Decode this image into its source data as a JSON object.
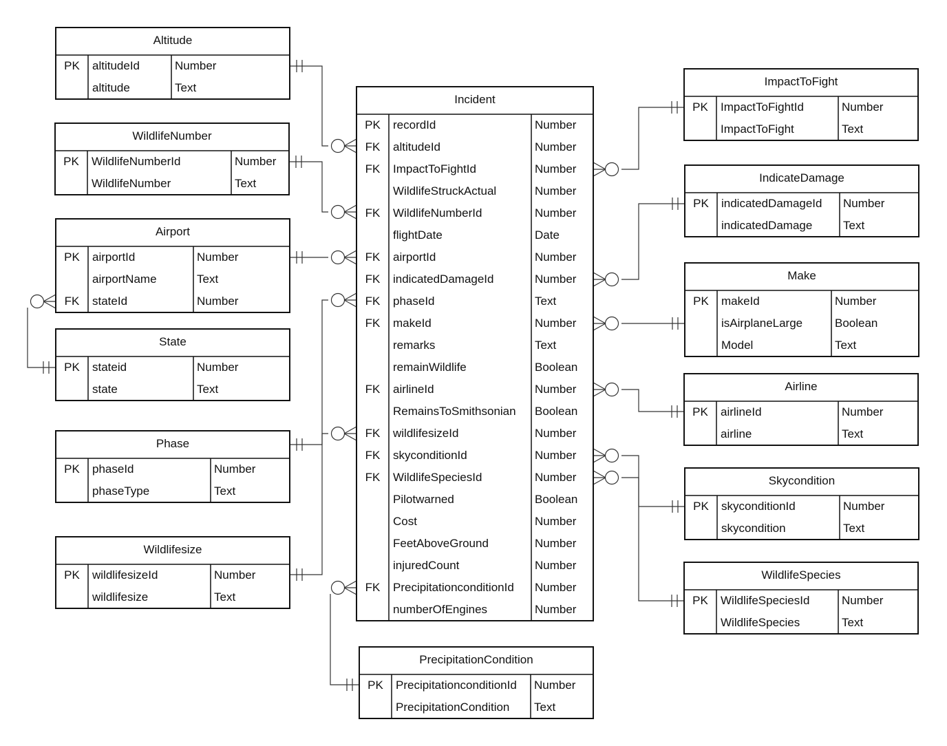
{
  "entities": {
    "altitude": {
      "name": "Altitude",
      "rows": [
        {
          "key": "PK",
          "field": "altitudeId",
          "type": "Number"
        },
        {
          "key": "",
          "field": "altitude",
          "type": "Text"
        }
      ]
    },
    "wildlifenumber": {
      "name": "WildlifeNumber",
      "rows": [
        {
          "key": "PK",
          "field": "WildlifeNumberId",
          "type": "Number"
        },
        {
          "key": "",
          "field": "WildlifeNumber",
          "type": "Text"
        }
      ]
    },
    "airport": {
      "name": "Airport",
      "rows": [
        {
          "key": "PK",
          "field": "airportId",
          "type": "Number"
        },
        {
          "key": "",
          "field": "airportName",
          "type": "Text"
        },
        {
          "key": "FK",
          "field": "stateId",
          "type": "Number"
        }
      ]
    },
    "state": {
      "name": "State",
      "rows": [
        {
          "key": "PK",
          "field": "stateid",
          "type": "Number"
        },
        {
          "key": "",
          "field": "state",
          "type": "Text"
        }
      ]
    },
    "phase": {
      "name": "Phase",
      "rows": [
        {
          "key": "PK",
          "field": "phaseId",
          "type": "Number"
        },
        {
          "key": "",
          "field": "phaseType",
          "type": "Text"
        }
      ]
    },
    "wildlifesize": {
      "name": "Wildlifesize",
      "rows": [
        {
          "key": "PK",
          "field": "wildlifesizeId",
          "type": "Number"
        },
        {
          "key": "",
          "field": "wildlifesize",
          "type": "Text"
        }
      ]
    },
    "incident": {
      "name": "Incident",
      "rows": [
        {
          "key": "PK",
          "field": "recordId",
          "type": "Number"
        },
        {
          "key": "FK",
          "field": "altitudeId",
          "type": "Number"
        },
        {
          "key": "FK",
          "field": "ImpactToFightId",
          "type": "Number"
        },
        {
          "key": "",
          "field": "WildlifeStruckActual",
          "type": "Number"
        },
        {
          "key": "FK",
          "field": "WildlifeNumberId",
          "type": "Number"
        },
        {
          "key": "",
          "field": "flightDate",
          "type": "Date"
        },
        {
          "key": "FK",
          "field": "airportId",
          "type": "Number"
        },
        {
          "key": "FK",
          "field": "indicatedDamageId",
          "type": "Number"
        },
        {
          "key": "FK",
          "field": "phaseId",
          "type": "Text"
        },
        {
          "key": "FK",
          "field": "makeId",
          "type": "Number"
        },
        {
          "key": "",
          "field": "remarks",
          "type": "Text"
        },
        {
          "key": "",
          "field": "remainWildlife",
          "type": "Boolean"
        },
        {
          "key": "FK",
          "field": "airlineId",
          "type": "Number"
        },
        {
          "key": "",
          "field": "RemainsToSmithsonian",
          "type": "Boolean"
        },
        {
          "key": "FK",
          "field": "wildlifesizeId",
          "type": "Number"
        },
        {
          "key": "FK",
          "field": "skyconditionId",
          "type": "Number"
        },
        {
          "key": "FK",
          "field": "WildlifeSpeciesId",
          "type": "Number"
        },
        {
          "key": "",
          "field": "Pilotwarned",
          "type": "Boolean"
        },
        {
          "key": "",
          "field": "Cost",
          "type": "Number"
        },
        {
          "key": "",
          "field": "FeetAboveGround",
          "type": "Number"
        },
        {
          "key": "",
          "field": "injuredCount",
          "type": "Number"
        },
        {
          "key": "FK",
          "field": "PrecipitationconditionId",
          "type": "Number"
        },
        {
          "key": "",
          "field": "numberOfEngines",
          "type": "Number"
        }
      ]
    },
    "precipitation": {
      "name": "PrecipitationCondition",
      "rows": [
        {
          "key": "PK",
          "field": "PrecipitationconditionId",
          "type": "Number"
        },
        {
          "key": "",
          "field": "PrecipitationCondition",
          "type": "Text"
        }
      ]
    },
    "impacttofight": {
      "name": "ImpactToFight",
      "rows": [
        {
          "key": "PK",
          "field": "ImpactToFightId",
          "type": "Number"
        },
        {
          "key": "",
          "field": "ImpactToFight",
          "type": "Text"
        }
      ]
    },
    "indicatedamage": {
      "name": "IndicateDamage",
      "rows": [
        {
          "key": "PK",
          "field": "indicatedDamageId",
          "type": "Number"
        },
        {
          "key": "",
          "field": "indicatedDamage",
          "type": "Text"
        }
      ]
    },
    "make": {
      "name": "Make",
      "rows": [
        {
          "key": "PK",
          "field": "makeId",
          "type": "Number"
        },
        {
          "key": "",
          "field": "isAirplaneLarge",
          "type": "Boolean"
        },
        {
          "key": "",
          "field": "Model",
          "type": "Text"
        }
      ]
    },
    "airline": {
      "name": "Airline",
      "rows": [
        {
          "key": "PK",
          "field": "airlineId",
          "type": "Number"
        },
        {
          "key": "",
          "field": "airline",
          "type": "Text"
        }
      ]
    },
    "skycondition": {
      "name": "Skycondition",
      "rows": [
        {
          "key": "PK",
          "field": "skyconditionId",
          "type": "Number"
        },
        {
          "key": "",
          "field": "skycondition",
          "type": "Text"
        }
      ]
    },
    "wildlifespecies": {
      "name": "WildlifeSpecies",
      "rows": [
        {
          "key": "PK",
          "field": "WildlifeSpeciesId",
          "type": "Number"
        },
        {
          "key": "",
          "field": "WildlifeSpecies",
          "type": "Text"
        }
      ]
    }
  }
}
